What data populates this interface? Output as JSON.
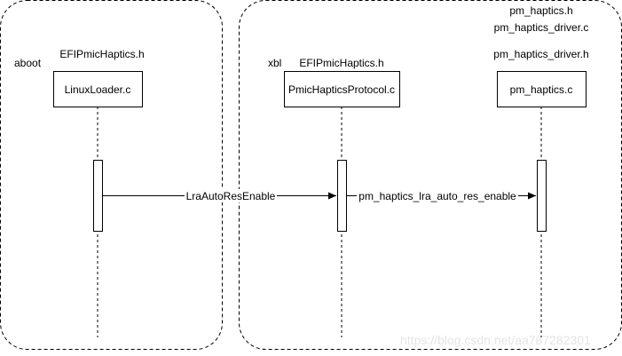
{
  "groups": {
    "left": {
      "label": "aboot"
    },
    "right": {
      "label": "xbl"
    }
  },
  "headers": {
    "loader_h": "EFIPmicHaptics.h",
    "protocol_h": "EFIPmicHaptics.h",
    "driver_h1": "pm_haptics.h",
    "driver_c": "pm_haptics_driver.c",
    "driver_h2": "pm_haptics_driver.h"
  },
  "lifelines": [
    {
      "label": "LinuxLoader.c"
    },
    {
      "label": "PmicHapticsProtocol.c"
    },
    {
      "label": "pm_haptics.c"
    }
  ],
  "messages": [
    {
      "label": "LraAutoResEnable"
    },
    {
      "label": "pm_haptics_lra_auto_res_enable"
    }
  ],
  "watermark": "https://blog.csdn.net/aa787282301"
}
